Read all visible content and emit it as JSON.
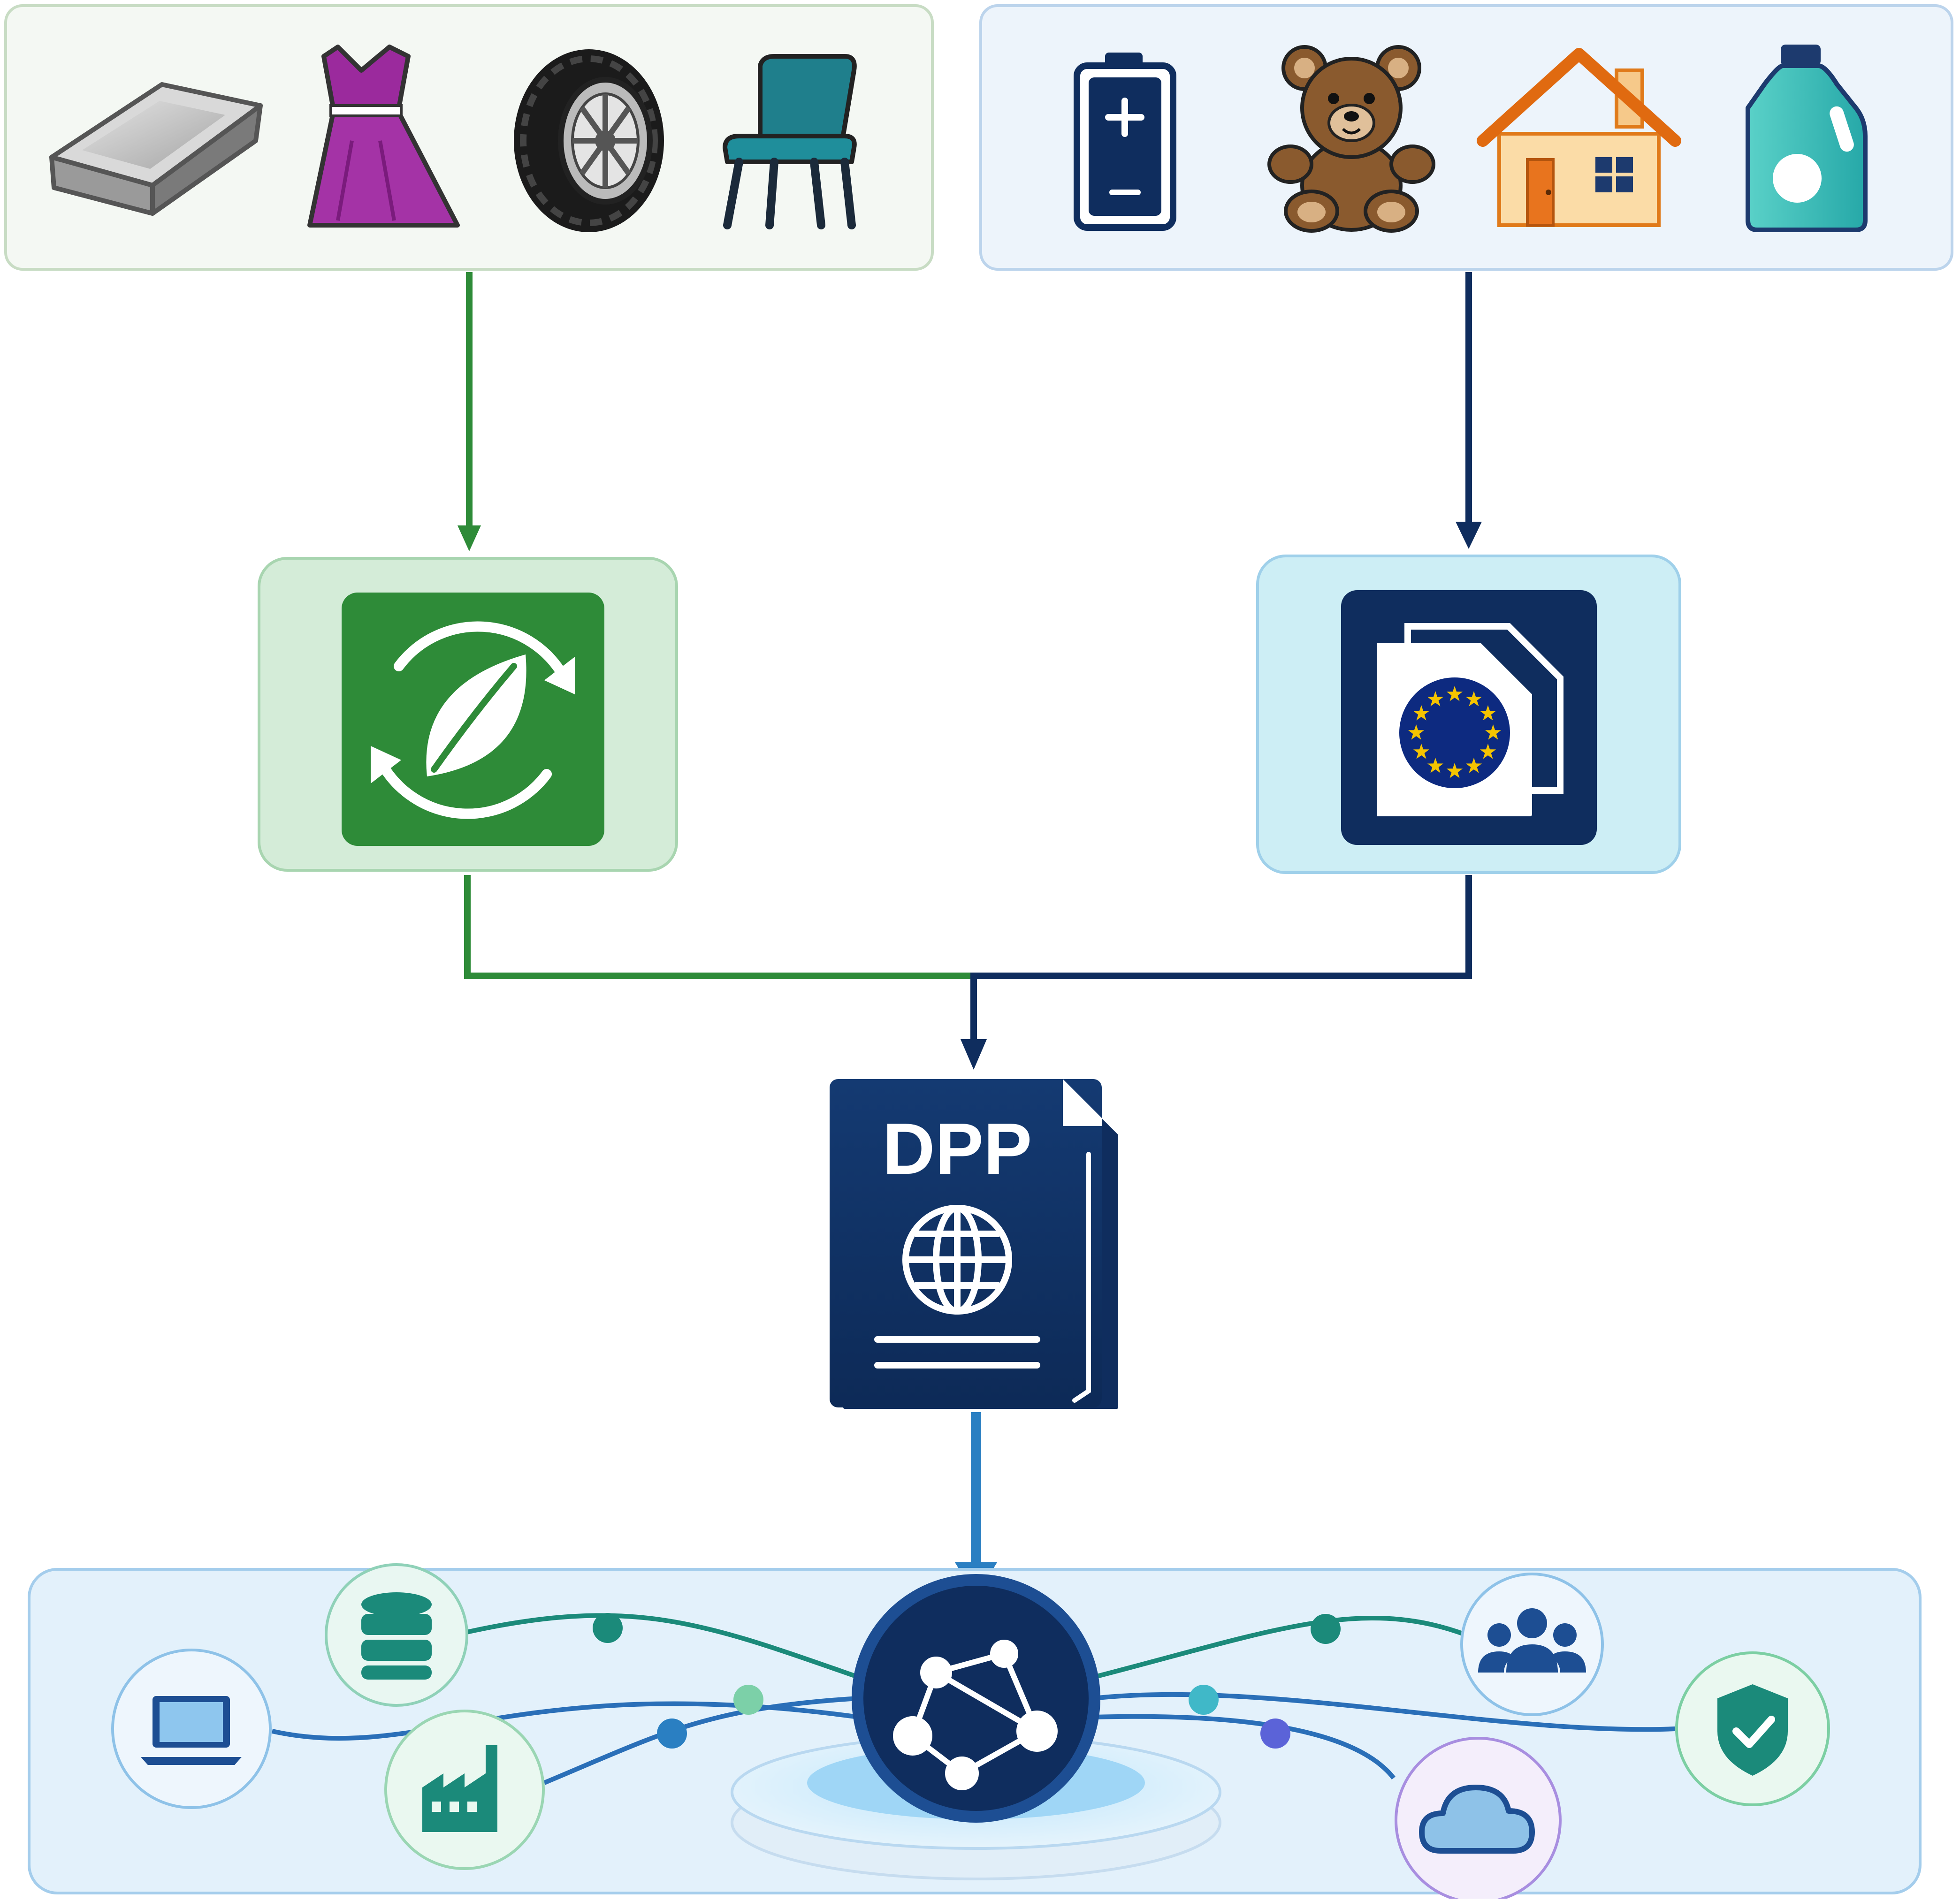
{
  "doc_label": "DPP",
  "colors": {
    "green": "#2e8b38",
    "green_light": "#d4ecd8",
    "green_border": "#a8d5b0",
    "navy": "#0f2d5e",
    "cyan_light": "#cdeef5",
    "cyan_border": "#9fd0ea",
    "flow_blue": "#2a7fc2",
    "panel_left_bg": "#f4f8f3",
    "panel_left_border": "#c8dcc4",
    "panel_right_bg": "#edf4fb",
    "panel_right_border": "#bcd4ec",
    "network_bg": "#e3f1fb",
    "network_border": "#a4cdec"
  },
  "product_groups": [
    {
      "name": "product-group-left",
      "items": [
        "metal-ingot-icon",
        "dress-icon",
        "tire-icon",
        "chair-icon"
      ]
    },
    {
      "name": "product-group-right",
      "items": [
        "battery-icon",
        "teddy-bear-icon",
        "house-icon",
        "detergent-bottle-icon"
      ]
    }
  ],
  "category_nodes": [
    {
      "name": "sustainability-node",
      "icon": "leaf-recycle-icon"
    },
    {
      "name": "eu-regulation-node",
      "icon": "eu-documents-icon"
    }
  ],
  "hub_node": {
    "icon": "network-graph-icon"
  },
  "network_peers": [
    "database-icon",
    "laptop-icon",
    "factory-icon",
    "people-icon",
    "shield-check-icon",
    "cloud-icon"
  ]
}
